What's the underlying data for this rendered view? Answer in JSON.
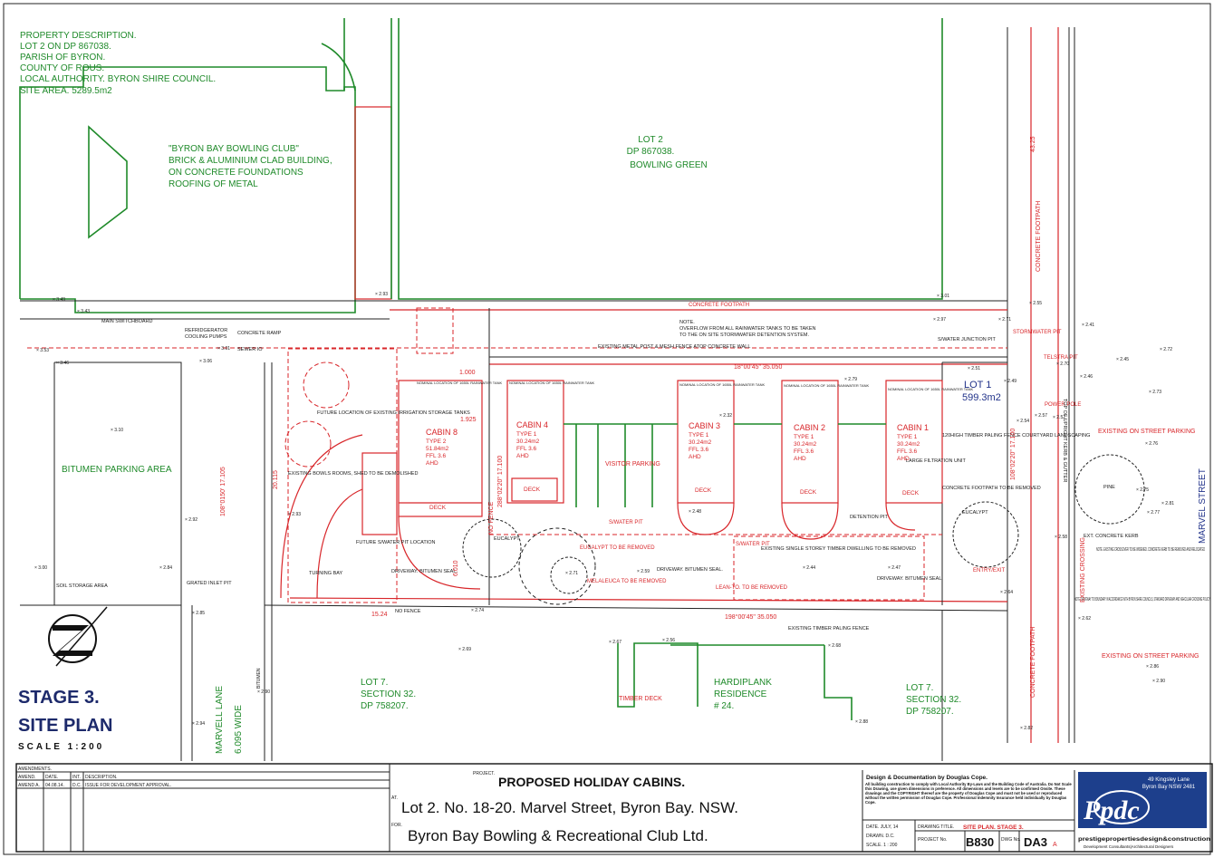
{
  "property": {
    "lines": [
      "PROPERTY DESCRIPTION.",
      "LOT 2 ON DP 867038.",
      "PARISH OF BYRON.",
      "COUNTY OF ROUS.",
      "LOCAL AUTHORITY. BYRON SHIRE COUNCIL.",
      "SITE AREA.   5289.5m2"
    ]
  },
  "club_building": {
    "lines": [
      "\"BYRON BAY BOWLING CLUB\"",
      "BRICK & ALUMINIUM CLAD BUILDING,",
      "ON CONCRETE FOUNDATIONS",
      "ROOFING OF METAL"
    ]
  },
  "bowling_green": {
    "lines": [
      "LOT 2",
      "DP 867038.",
      "BOWLING GREEN"
    ]
  },
  "labels": {
    "main_switchboard": "MAIN SWITCHBOARD",
    "refrigerator": "REFRIDGERATOR",
    "cooling_pumps": "COOLING PUMPS",
    "concrete_ramp": "CONCRETE RAMP",
    "sewer_io": "SEWER IO",
    "concrete_footpath_top": "CONCRETE  FOOTPATH",
    "concrete_footpath_right": "CONCRETE  FOOTPATH",
    "concrete_footpath_right2": "CONCRETE  FOOTPATH",
    "overflow_note": [
      "NOTE.",
      "OVERFLOW FROM ALL RAINWATER TANKS TO BE TAKEN",
      "TO THE ON SITE STORMWATER DETENTION SYSTEM."
    ],
    "existing_fence": "EXISTING METAL POST & MESH FENCE ATOP CONCRETE WALL",
    "stormwater_pit": "STORMWATER PIT",
    "telstra_pit": "TELSTRA PIT",
    "power_pole": "POWER POLE",
    "sw_junction_pit": "S/WATER JUNCTION PIT",
    "lot1": "LOT 1",
    "lot1_area": "599.3m2",
    "bitumen_parking": "BITUMEN PARKING AREA",
    "future_irrigation": "FUTURE LOCATION OF EXISTING IRRIGATION STORAGE TANKS",
    "bowls_rooms": "EXISTING BOWLS ROOMS, SHED TO BE DEMOLISHED",
    "future_sw_pit": "FUTURE S/WATER PIT LOCATION",
    "turning_bay": "TURNING BAY",
    "driveway1": "DRIVEWAY. BITUMEN SEAL.",
    "driveway2": "DRIVEWAY. BITUMEN SEAL.",
    "driveway3": "DRIVEWAY. BITUMEN SEAL.",
    "soil_storage": "SOIL STORAGE AREA",
    "grated_inlet": "GRATED INLET PIT",
    "no_fence": "NO FENCE",
    "no_fence_v": "NO FENCE",
    "visitor_parking": "VISITOR PARKING",
    "eucalypt1": "EUCALYPT",
    "eucalypt_remove": "EUCALYPT TO BE REMOVED",
    "melaleuca": "MELALEUCA TO BE REMOVED",
    "sw_pit1": "S/WATER PIT",
    "sw_pit2": "S/WATER PIT",
    "detention_pit": "DETENTION PIT",
    "single_storey": "EXISTING SINGLE STOREY TIMBER DWELLING TO BE REMOVED",
    "lean_to": "LEAN-TO. TO BE REMOVED",
    "timber_fence": "120HIGH TIMBER PALING FENCE COURTYARD LANDSCAPING",
    "filtration": "LARGE FILTRATION UNIT",
    "concrete_footpath_removed": "CONCRETE FOOTPATH TO BE REMOVED",
    "eucalypt2": "EUCALYPT",
    "entry_exit": "ENTRY/EXIT",
    "pine": "PINE",
    "ext_kerb": "EXT. CONCRETE KERB",
    "crossover_note": "NOTE. EXISTING CROSSOVER TO BE WIDENED. CONCRETE KERB TO BE REMOVED AND RELOCATED",
    "driveway_note": "NOTE. DRIVEWAY TO BOUNDARY IN ACCORDANCE WITH BYRON SHIRE COUNCILS, STANDARD DRIVEWAY AND VEHICULAR CROSSING POLICY.",
    "street_parking1": "EXISTING ON STREET PARKING",
    "street_parking2": "EXISTING ON STREET PARKING",
    "existing_crossing": "EXISTING CROSSING",
    "kerb_gutter": "TOP OF UPRIGHT KERB & GUTTER",
    "marvel_street": "MARVEL  STREET",
    "marvell_lane": "MARVELL  LANE",
    "lane_width": "6.095  WIDE",
    "bitumen": "BITUMEN",
    "lot7_left": [
      "LOT 7.",
      "SECTION 32.",
      "DP 758207."
    ],
    "lot7_right": [
      "LOT 7.",
      "SECTION 32.",
      "DP 758207."
    ],
    "hardiplank": [
      "HARDIPLANK",
      "RESIDENCE",
      "# 24."
    ],
    "timber_deck": "TIMBER DECK",
    "timber_paling": "EXISTING TIMBER PALING FENCE",
    "tank_label": "NOMINAL LOCATION OF 1650L RAINWATER TANK",
    "deck": "DECK",
    "bearing_top": "18°00'45\"  35.050",
    "bearing_bottom": "198°00'45\"  35.050",
    "bearing_right": "108°02'20\"  17.100",
    "bearing_left": "288°02'20\"  17.100",
    "dim_1925": "1.925",
    "dim_1000": "1.000",
    "dim_6010": "6.010",
    "dim_1524": "15.24",
    "dim_43": "43.25",
    "dim_20115": "20.115",
    "dim_108": "108°0150'  17.105"
  },
  "cabins": [
    {
      "name": "CABIN 8",
      "type": "TYPE 2",
      "area": "51.84m2",
      "ffl": "FFL 3.6",
      "ahd": "AHD"
    },
    {
      "name": "CABIN 4",
      "type": "TYPE 1",
      "area": "30.24m2",
      "ffl": "FFL 3.6",
      "ahd": "AHD"
    },
    {
      "name": "CABIN 3",
      "type": "TYPE 1",
      "area": "30.24m2",
      "ffl": "FFL 3.6",
      "ahd": "AHD"
    },
    {
      "name": "CABIN 2",
      "type": "TYPE 1",
      "area": "30.24m2",
      "ffl": "FFL 3.6",
      "ahd": "AHD"
    },
    {
      "name": "CABIN 1",
      "type": "TYPE 1",
      "area": "30.24m2",
      "ffl": "FFL 3.6",
      "ahd": "AHD"
    }
  ],
  "title_block": {
    "stage": "STAGE 3.",
    "site_plan": "SITE PLAN",
    "scale": "SCALE   1:200",
    "amendments_header": "AMENDMENTS.",
    "amend_cols": [
      "AMEND.",
      "DATE.",
      "INT.",
      "DESCRIPTION."
    ],
    "amend_row": [
      "AMEND A.",
      "04.08.14.",
      "D.C.",
      "ISSUE FOR DEVELOPMENT APPROVAL."
    ],
    "project_label": "PROJECT.",
    "project": "PROPOSED HOLIDAY CABINS.",
    "at_label": "AT.",
    "address": "Lot 2. No. 18-20. Marvel Street, Byron Bay. NSW.",
    "for_label": "FOR.",
    "client": "Byron Bay Bowling & Recreational Club Ltd.",
    "designer": "Design & Documentation by Douglas Cope.",
    "designer_fine": "All building construction to comply with Local Authority By-Laws and the Building Code of Australia. Do Not Scale this Drawing, use given dimensions in preference. All dimensions and levels are to be confirmed Onsite. These drawings and the COPYRIGHT thereof are the property of Douglas Cope and must not be used or reproduced without the written permission of Douglas Cope. Professional Indemnity Insurance held individually by Douglas Cope.",
    "date": "DATE.  JULY, 14",
    "drawn": "DRAWN. D.C.",
    "scale_small": "SCALE.  1 : 200",
    "drawing_title_label": "DRAWING TITLE.",
    "drawing_title": "SITE PLAN. STAGE 3.",
    "project_no_label": "PROJECT No.",
    "project_no": "B830",
    "dwg_no_label": "DWG No.",
    "dwg_no": "DA3",
    "rev": "A",
    "logo_address": [
      "49 Kingsley Lane",
      "Byron Bay NSW 2481"
    ],
    "logo_text": "Ppdc",
    "company": "prestigepropertiesdesign&construction",
    "company_sub": "Development Consultants|Architectural Designers"
  },
  "levels": [
    "3.49",
    "3.43",
    "3.53",
    "3.46",
    "3.01",
    "3.06",
    "3.10",
    "2.93",
    "2.92",
    "3.00",
    "2.84",
    "2.85",
    "2.94",
    "2.90",
    "2.69",
    "2.67",
    "2.56",
    "2.68",
    "2.88",
    "2.93",
    "2.97",
    "3.01",
    "2.55",
    "2.41",
    "2.72",
    "2.71",
    "2.70",
    "2.49",
    "2.52",
    "2.57",
    "2.54",
    "2.62",
    "2.64",
    "2.58",
    "2.45",
    "2.75",
    "2.81",
    "2.77",
    "2.76",
    "2.73",
    "2.51",
    "2.48",
    "2.32",
    "2.44",
    "2.47",
    "2.59",
    "2.71",
    "2.79",
    "2.74",
    "2.82",
    "2.86",
    "2.90",
    "2.46"
  ]
}
